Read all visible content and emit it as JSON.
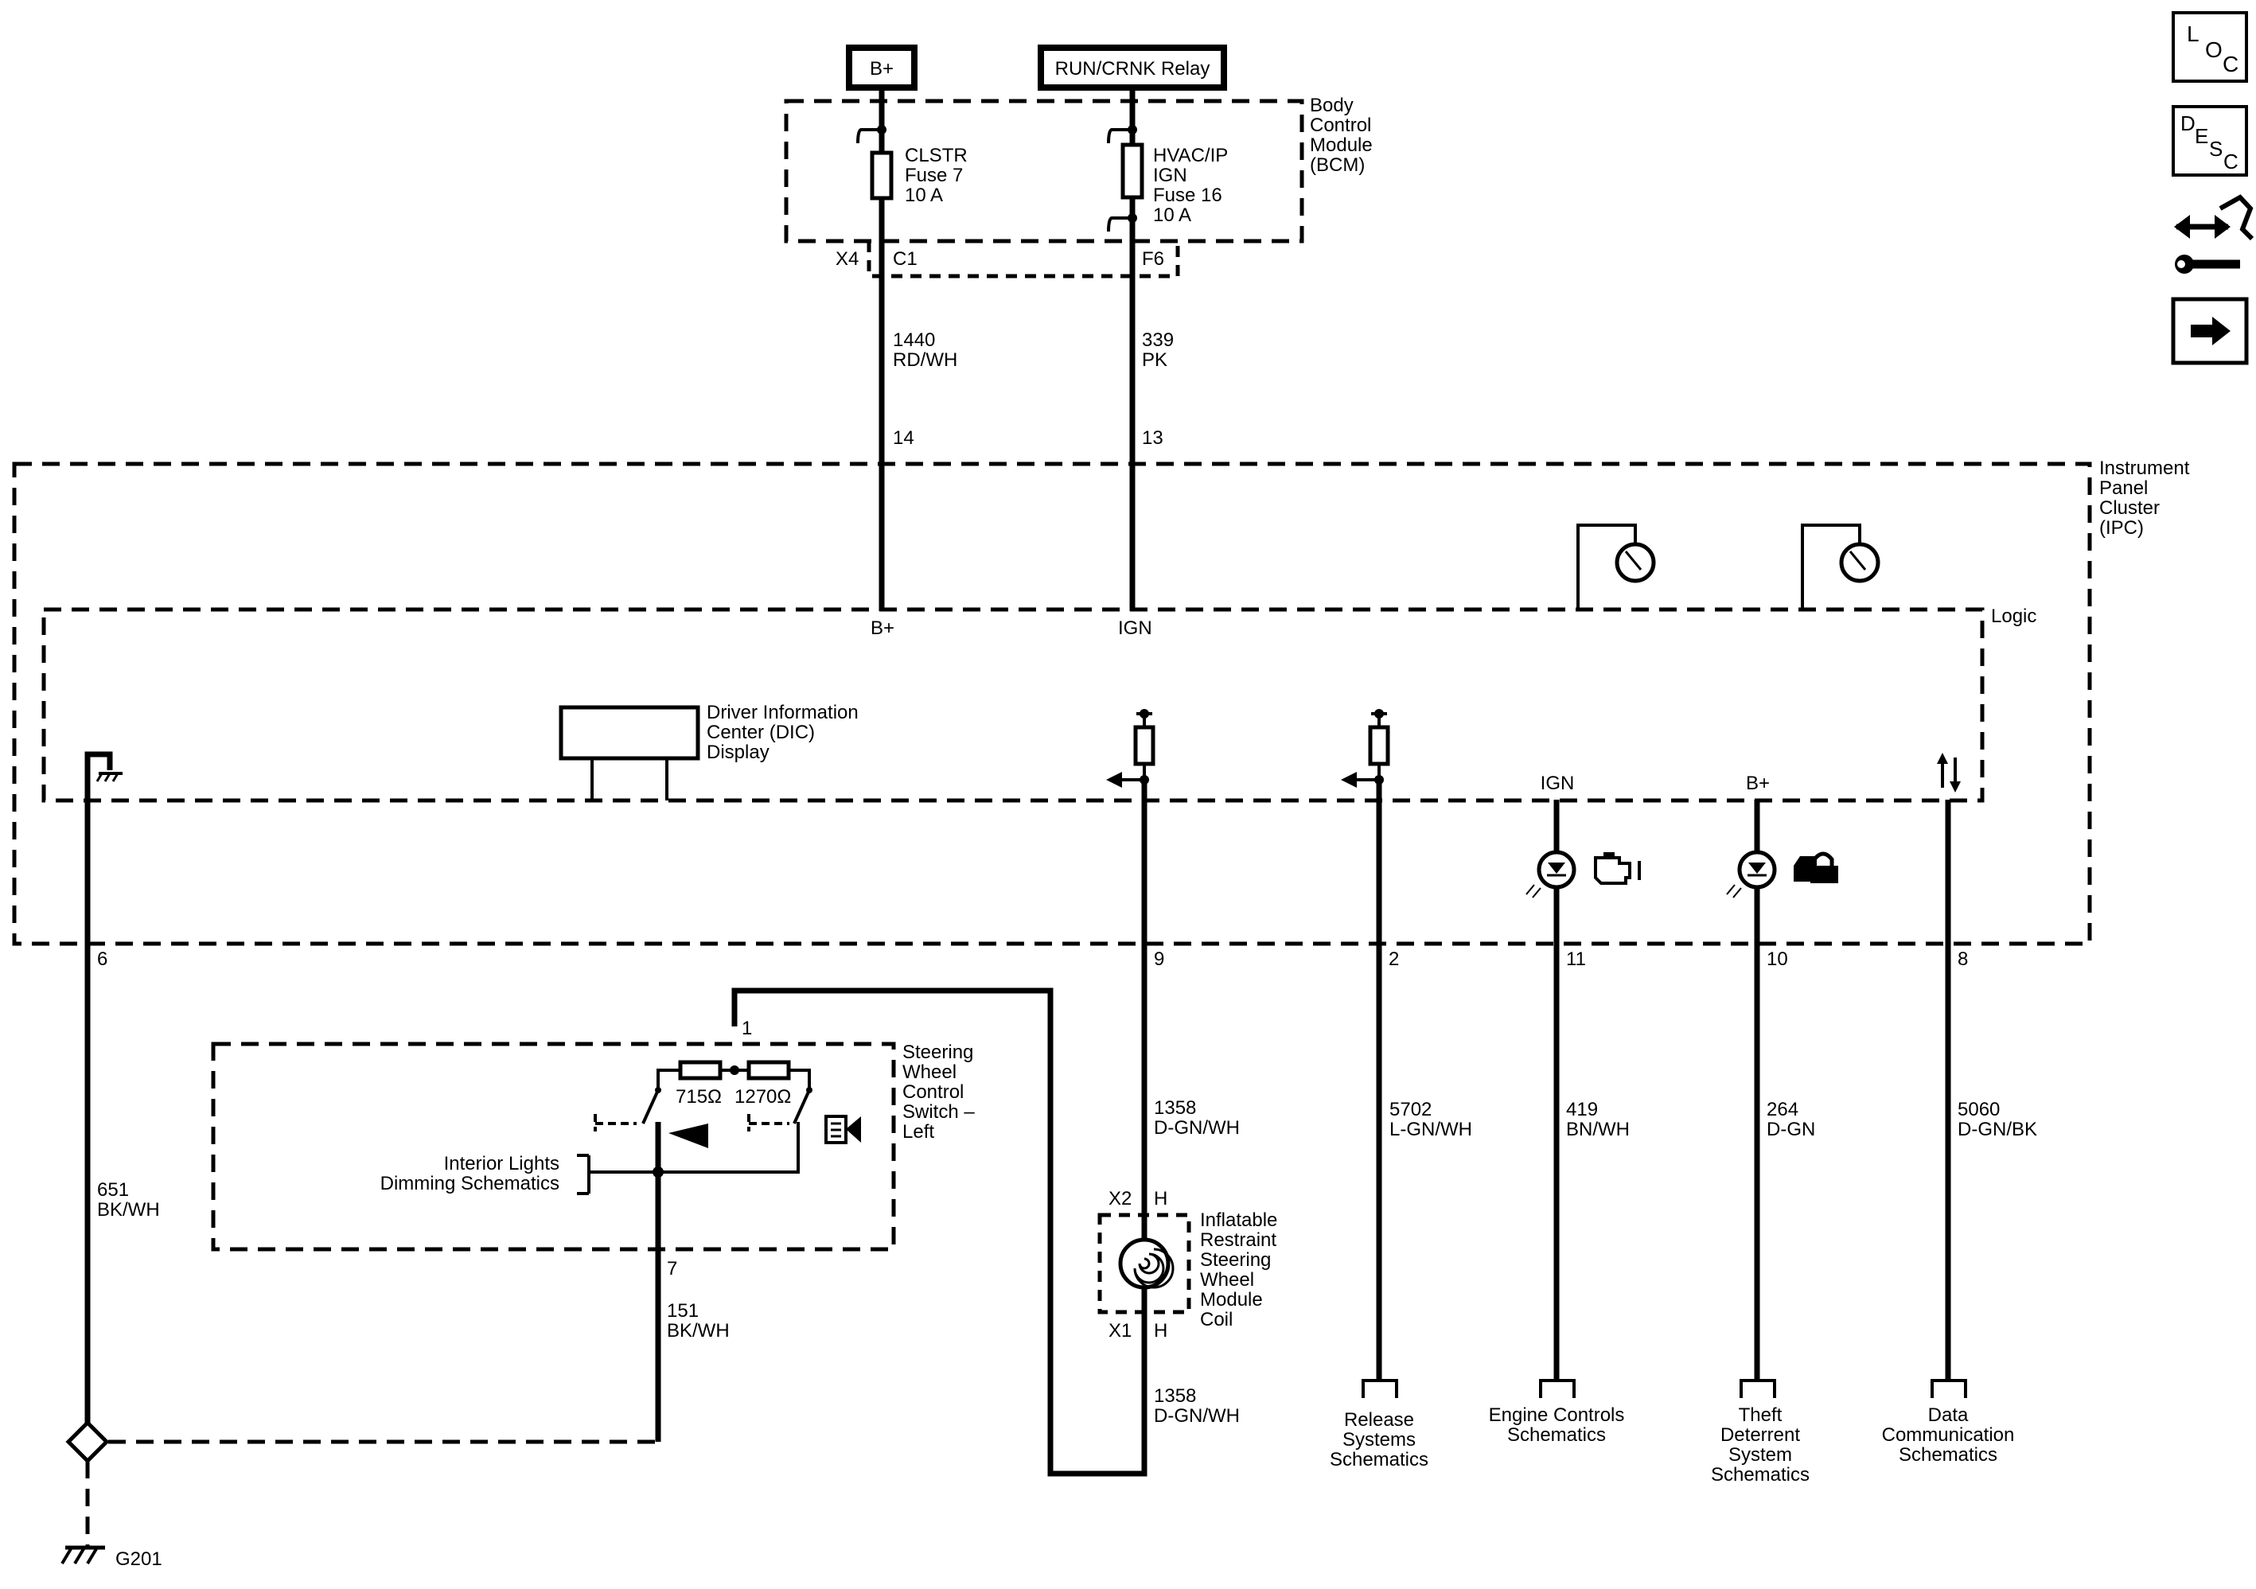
{
  "power_sources": {
    "bplus_label": "B+",
    "run_crnk_label": "RUN/CRNK Relay"
  },
  "bcm": {
    "name": [
      "Body",
      "Control",
      "Module",
      "(BCM)"
    ],
    "fuse1": [
      "CLSTR",
      "Fuse 7",
      "10 A"
    ],
    "fuse2": [
      "HVAC/IP",
      "IGN",
      "Fuse 16",
      "10 A"
    ],
    "connector_x4": "X4",
    "pin_c1": "C1",
    "pin_f6": "F6"
  },
  "wires": {
    "w1440": [
      "1440",
      "RD/WH"
    ],
    "w339": [
      "339",
      "PK"
    ],
    "w651": [
      "651",
      "BK/WH"
    ],
    "w151": [
      "151",
      "BK/WH"
    ],
    "w1358a": [
      "1358",
      "D-GN/WH"
    ],
    "w1358b": [
      "1358",
      "D-GN/WH"
    ],
    "w5702": [
      "5702",
      "L-GN/WH"
    ],
    "w419": [
      "419",
      "BN/WH"
    ],
    "w264": [
      "264",
      "D-GN"
    ],
    "w5060": [
      "5060",
      "D-GN/BK"
    ]
  },
  "ipc": {
    "name": [
      "Instrument",
      "Panel",
      "Cluster",
      "(IPC)"
    ],
    "logic_label": "Logic",
    "bplus_pin_label": "B+",
    "ign_pin_label": "IGN",
    "dic": [
      "Driver Information",
      "Center (DIC)",
      "Display"
    ],
    "led_ign_label": "IGN",
    "led_bplus_label": "B+",
    "pins": {
      "p14": "14",
      "p13": "13",
      "p6": "6",
      "p9": "9",
      "p2": "2",
      "p11": "11",
      "p10": "10",
      "p8": "8"
    }
  },
  "swc": {
    "name": [
      "Steering",
      "Wheel",
      "Control",
      "Switch –",
      "Left"
    ],
    "pin1": "1",
    "pin7": "7",
    "r1": "715Ω",
    "r2": "1270Ω"
  },
  "coil": {
    "name": [
      "Inflatable",
      "Restraint",
      "Steering",
      "Wheel",
      "Module",
      "Coil"
    ],
    "x2": "X2",
    "x2_pin": "H",
    "x1": "X1",
    "x1_pin": "H"
  },
  "references": {
    "interior_lights": [
      "Interior Lights",
      "Dimming Schematics"
    ],
    "release": [
      "Release",
      "Systems",
      "Schematics"
    ],
    "engine": [
      "Engine Controls",
      "Schematics"
    ],
    "theft": [
      "Theft",
      "Deterrent",
      "System",
      "Schematics"
    ],
    "data": [
      "Data",
      "Communication",
      "Schematics"
    ]
  },
  "ground": {
    "label": "G201"
  },
  "nav": {
    "loc": [
      "L",
      "O",
      "C"
    ],
    "desc": [
      "D",
      "E",
      "S",
      "C"
    ]
  }
}
